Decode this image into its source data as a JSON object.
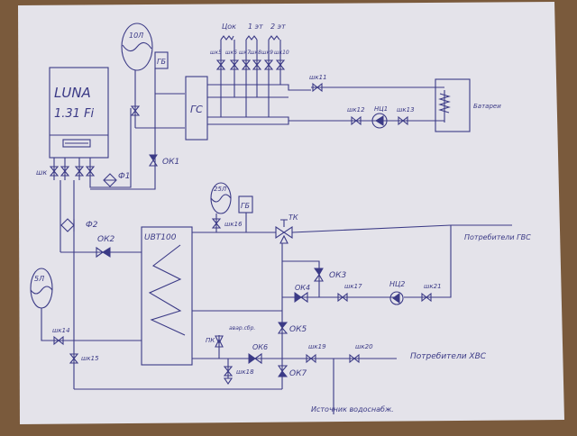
{
  "boiler": {
    "name": "LUNA",
    "model": "1.31 Fi"
  },
  "tanks": {
    "heating": "10Л",
    "dhw": "25Л",
    "cold": "5Л"
  },
  "air_vents": {
    "top": "ГБ",
    "bottom": "ГБ"
  },
  "manifold": "ГС",
  "floors": [
    "Цок",
    "1 эт",
    "2 эт"
  ],
  "manifold_valves": [
    "шк5",
    "шк6",
    "шк7",
    "шк8",
    "шк9",
    "шк10"
  ],
  "boiler_valves": [
    "шк",
    "шк",
    "шк",
    "шк"
  ],
  "filters": [
    "Ф1",
    "Ф2"
  ],
  "check_valves": [
    "ОК1",
    "ОК2",
    "ОК3",
    "ОК4",
    "ОК5",
    "ОК6",
    "ОК7"
  ],
  "valves": {
    "v11": "шк11",
    "v12": "шк12",
    "v13": "шк13",
    "v14": "шк14",
    "v15": "шк15",
    "v16": "шк16",
    "v17": "шк17",
    "v18": "шк18",
    "v19": "шк19",
    "v20": "шк20",
    "v21": "шк21"
  },
  "pumps": [
    "НЦ1",
    "НЦ2"
  ],
  "radiators": "Батареи",
  "water_heater": "UBT100",
  "mixing_valve": "ТК",
  "safety_valve": {
    "label": "ПК",
    "note": "авар.сбр."
  },
  "outputs": {
    "hot": "Потребители ГВС",
    "cold": "Потребители ХВС",
    "source": "Источник водоснабж."
  }
}
